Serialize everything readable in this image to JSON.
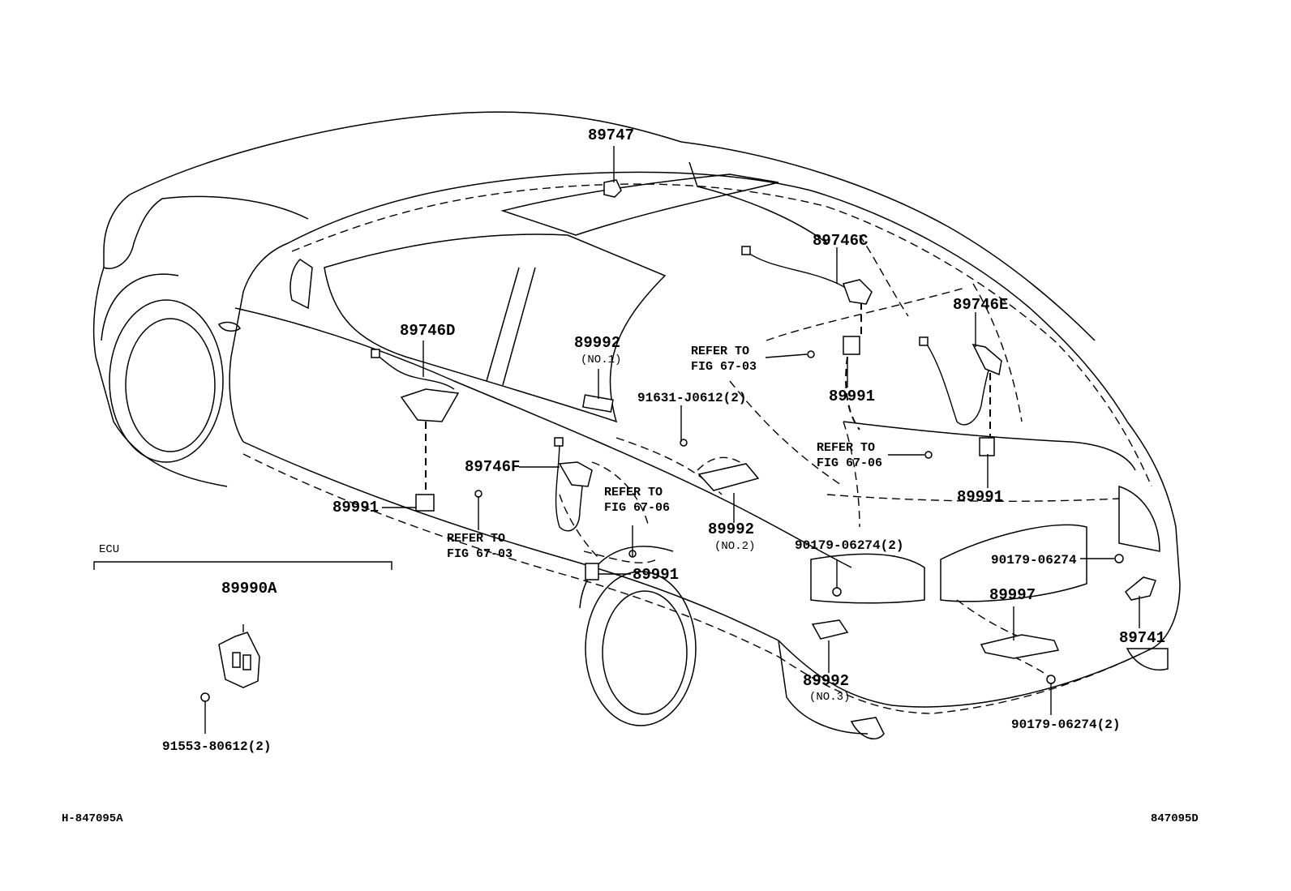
{
  "labels": {
    "p89747": "89747",
    "p89746c": "89746C",
    "p89746e": "89746E",
    "p89746d": "89746D",
    "p89746f": "89746F",
    "p89992_1": "89992",
    "p89992_1_sub": "(NO.1)",
    "p89992_2": "89992",
    "p89992_2_sub": "(NO.2)",
    "p89992_3": "89992",
    "p89992_3_sub": "(NO.3)",
    "p89991_a": "89991",
    "p89991_b": "89991",
    "p89991_c": "89991",
    "p89991_d": "89991",
    "p91631": "91631-J0612(2)",
    "p90179_a": "90179-06274(2)",
    "p90179_b": "90179-06274",
    "p90179_c": "90179-06274(2)",
    "p89997": "89997",
    "p89741": "89741",
    "p89990a": "89990A",
    "p91553": "91553-80612(2)",
    "ecu": "ECU"
  },
  "refs": {
    "r1_l1": "REFER TO",
    "r1_l2": "FIG 67-03",
    "r2_l1": "REFER TO",
    "r2_l2": "FIG 67-06",
    "r3_l1": "REFER TO",
    "r3_l2": "FIG 67-06",
    "r4_l1": "REFER TO",
    "r4_l2": "FIG 67-03"
  },
  "corners": {
    "left": "H-847095A",
    "right": "847095D"
  }
}
